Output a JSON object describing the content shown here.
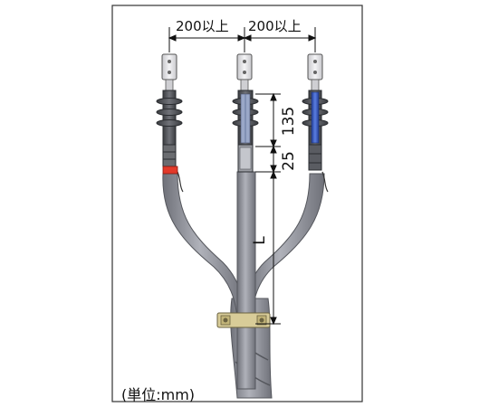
{
  "dimensions": {
    "spacing_left": "200以上",
    "spacing_right": "200以上",
    "dim_135": "135",
    "dim_25": "25",
    "dim_L": "L"
  },
  "unit_label": "(単位:mm)",
  "colors": {
    "frame": "#333333",
    "cable_sheath": "#9a9ca4",
    "cable_shadow": "#6d6f77",
    "insulator": "#505256",
    "phase_left_band": "#e23a2a",
    "phase_center_band": "#9aa8c8",
    "phase_right_band": "#2f56c8",
    "clamp": "#d8cc98",
    "background": "#ffffff"
  },
  "icons": [
    "lug-terminal-icon",
    "insulator-shed-icon",
    "cable-clamp-icon"
  ]
}
